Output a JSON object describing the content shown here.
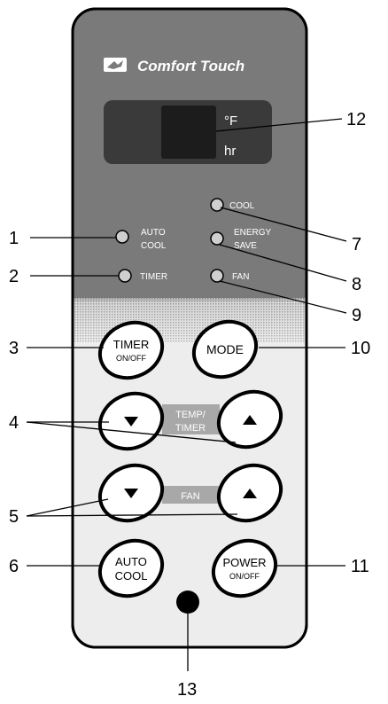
{
  "brand": {
    "name": "Comfort Touch",
    "logo_icon": "bird-logo-icon"
  },
  "display": {
    "unit_temp": "°F",
    "unit_hour": "hr"
  },
  "indicators": {
    "auto_cool": [
      "AUTO",
      "COOL"
    ],
    "timer": "TIMER",
    "cool": "COOL",
    "energy_save": [
      "ENERGY",
      "SAVE"
    ],
    "fan": "FAN"
  },
  "buttons": {
    "timer": {
      "line1": "TIMER",
      "line2": "ON/OFF"
    },
    "mode": {
      "line1": "MODE"
    },
    "auto_cool": {
      "line1": "AUTO",
      "line2": "COOL"
    },
    "power": {
      "line1": "POWER",
      "line2": "ON/OFF"
    },
    "temp_timer_label": [
      "TEMP/",
      "TIMER"
    ],
    "fan_label": "FAN"
  },
  "callouts": [
    "1",
    "2",
    "3",
    "4",
    "5",
    "6",
    "7",
    "8",
    "9",
    "10",
    "11",
    "12",
    "13"
  ],
  "colors": {
    "panel_dark": "#7a7a7a",
    "panel_light": "#ededed",
    "display": "#3a3a3a",
    "lcd": "#1c1c1c",
    "label_band": "#a8a8a8"
  }
}
